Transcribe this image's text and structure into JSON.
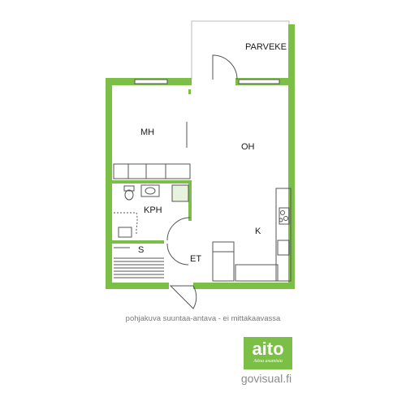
{
  "rooms": {
    "parveke": "PARVEKE",
    "mh": "MH",
    "oh": "OH",
    "kph": "KPH",
    "k": "K",
    "s": "S",
    "et": "ET"
  },
  "caption": "pohjakuva suuntaa-antava - ei mittakaavassa",
  "logo": {
    "brand": "aito",
    "slogan": "Aitoa asumista"
  },
  "website": "govisual.fi",
  "colors": {
    "wall": "#7cbf47",
    "line": "#555555",
    "logo_bg": "#7cbf47",
    "text_gray": "#7a7a7a"
  }
}
